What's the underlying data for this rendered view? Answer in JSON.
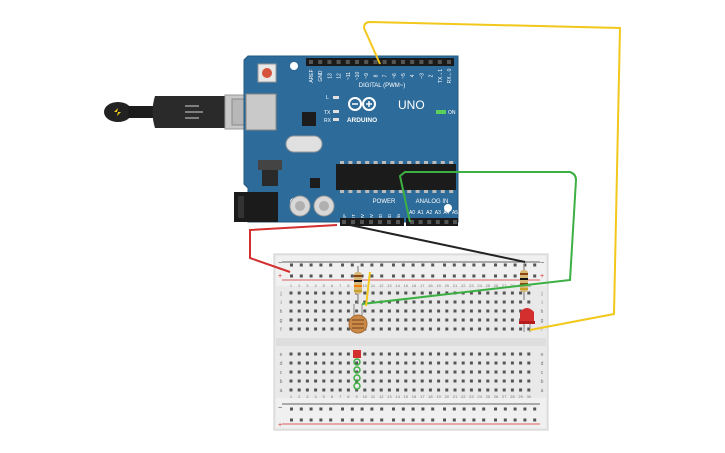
{
  "board": {
    "brand": "ARDUINO",
    "model": "UNO",
    "on_label": "ON",
    "digital_label": "DIGITAL (PWM~)",
    "power_label": "POWER",
    "analog_label": "ANALOG IN",
    "tx_label": "TX",
    "rx_label": "RX",
    "l_label": "L",
    "digital_pins": [
      "AREF",
      "GND",
      "13",
      "12",
      "~11",
      "~10",
      "~9",
      "8",
      "7",
      "~6",
      "~5",
      "4",
      "~3",
      "2",
      "TX→1",
      "RX←0"
    ],
    "power_pins": [
      "IOREF",
      "RESET",
      "3.3V",
      "5V",
      "GND",
      "GND",
      "Vin"
    ],
    "analog_pins": [
      "A0",
      "A1",
      "A2",
      "A3",
      "A4",
      "A5"
    ]
  },
  "breadboard": {
    "row_letters_top": [
      "j",
      "i",
      "h",
      "g",
      "f"
    ],
    "row_letters_bottom": [
      "e",
      "d",
      "c",
      "b",
      "a"
    ],
    "plus": "+",
    "minus": "−",
    "column_numbers": [
      "1",
      "2",
      "3",
      "4",
      "5",
      "6",
      "7",
      "8",
      "9",
      "10",
      "11",
      "12",
      "13",
      "14",
      "15",
      "16",
      "17",
      "18",
      "19",
      "20",
      "21",
      "22",
      "23",
      "24",
      "25",
      "26",
      "27",
      "28",
      "29",
      "30"
    ]
  },
  "colors": {
    "board": "#2d6b9a",
    "wire_red": "#d32f2f",
    "wire_black": "#222222",
    "wire_green": "#3cb043",
    "wire_yellow": "#f2c81c",
    "led": "#d32f2f"
  },
  "components": {
    "resistor_count": 2,
    "led_count": 1,
    "photoresistor_count": 1,
    "wire_count": 4
  }
}
